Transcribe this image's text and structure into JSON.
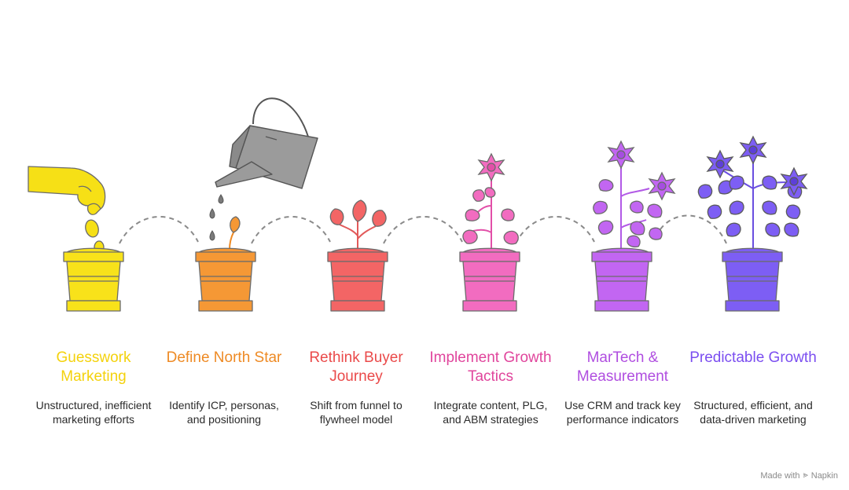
{
  "stages": [
    {
      "title": "Guesswork Marketing",
      "description": "Unstructured, inefficient marketing efforts",
      "color": "#f4d20c",
      "pot_color": "#f8e21a"
    },
    {
      "title": "Define North Star",
      "description": "Identify ICP, personas, and positioning",
      "color": "#ee8a24",
      "pot_color": "#f59835"
    },
    {
      "title": "Rethink Buyer Journey",
      "description": "Shift from funnel to flywheel model",
      "color": "#ea4a4a",
      "pot_color": "#f36565"
    },
    {
      "title": "Implement Growth Tactics",
      "description": "Integrate content, PLG, and ABM strategies",
      "color": "#e0459c",
      "pot_color": "#f26cc0"
    },
    {
      "title": "MarTech & Measurement",
      "description": "Use CRM and track key performance indicators",
      "color": "#b04ee0",
      "pot_color": "#c266f2"
    },
    {
      "title": "Predictable Growth",
      "description": "Structured, efficient, and data-driven marketing",
      "color": "#7b4ef0",
      "pot_color": "#7d5ef4"
    }
  ],
  "footer": {
    "made_with": "Made with",
    "brand": "Napkin",
    "brand_icon": "napkin-logo-icon"
  }
}
